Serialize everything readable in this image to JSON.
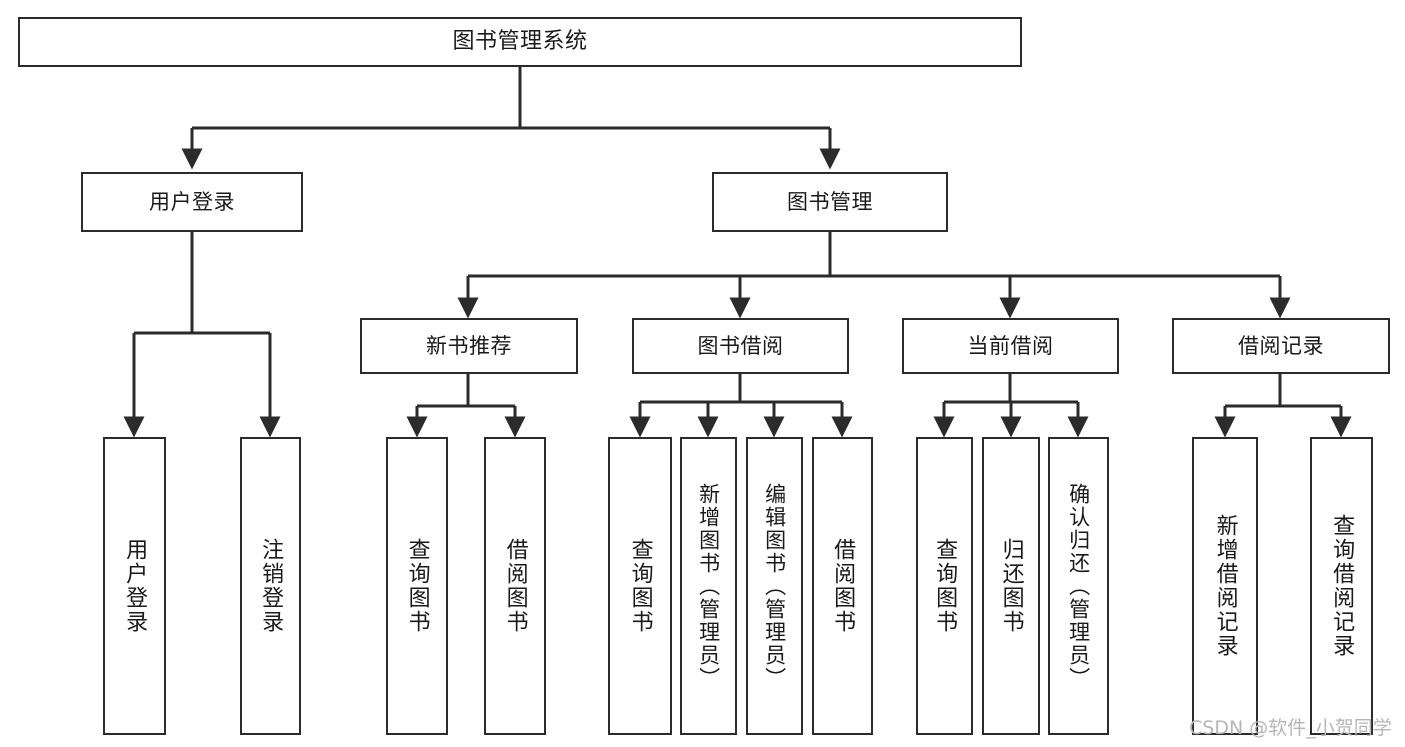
{
  "diagram": {
    "type": "tree",
    "title": "图书管理系统",
    "orientation": "top-down",
    "edge_color": "#2b2b2b",
    "node_border_color": "#2b2b2b",
    "node_fill_color": "#ffffff",
    "text_color": "#1a1a1a",
    "levels": 4
  },
  "nodes": {
    "root": {
      "label": "图书管理系统"
    },
    "level1": [
      {
        "id": "user-login",
        "label": "用户登录"
      },
      {
        "id": "book-manage",
        "label": "图书管理"
      }
    ],
    "level2": [
      {
        "id": "new-book-recommend",
        "label": "新书推荐"
      },
      {
        "id": "book-borrow",
        "label": "图书借阅"
      },
      {
        "id": "current-borrow",
        "label": "当前借阅"
      },
      {
        "id": "borrow-record",
        "label": "借阅记录"
      }
    ],
    "leaves_user_login": [
      {
        "id": "leaf-user-login",
        "label": "用户登录"
      },
      {
        "id": "leaf-user-logout",
        "label": "注销登录"
      }
    ],
    "leaves_new_book": [
      {
        "id": "leaf-query-book-1",
        "label": "查询图书"
      },
      {
        "id": "leaf-borrow-book-1",
        "label": "借阅图书"
      }
    ],
    "leaves_book_borrow": [
      {
        "id": "leaf-query-book-2",
        "label": "查询图书"
      },
      {
        "id": "leaf-add-book",
        "label": "新增图书（管理员）"
      },
      {
        "id": "leaf-edit-book",
        "label": "编辑图书（管理员）"
      },
      {
        "id": "leaf-borrow-book-2",
        "label": "借阅图书"
      }
    ],
    "leaves_current_borrow": [
      {
        "id": "leaf-query-book-3",
        "label": "查询图书"
      },
      {
        "id": "leaf-return-book",
        "label": "归还图书"
      },
      {
        "id": "leaf-confirm-return",
        "label": "确认归还（管理员）"
      }
    ],
    "leaves_borrow_record": [
      {
        "id": "leaf-add-record",
        "label": "新增借阅记录"
      },
      {
        "id": "leaf-query-record",
        "label": "查询借阅记录"
      }
    ]
  },
  "watermark": {
    "text": "CSDN @软件_小贺同学"
  }
}
